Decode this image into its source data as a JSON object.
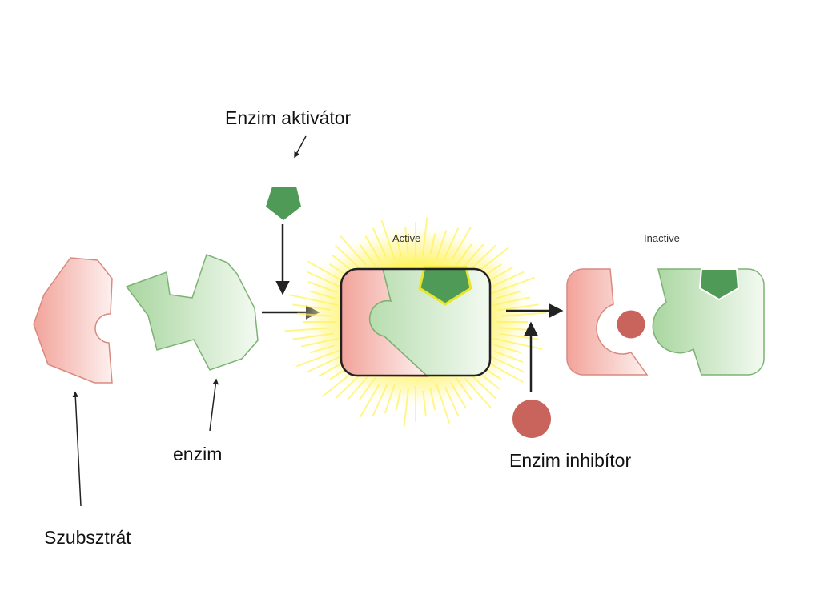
{
  "labels": {
    "activator": "Enzim aktivátor",
    "enzyme": "enzim",
    "substrate": "Szubsztrát",
    "inhibitor": "Enzim inhibítor",
    "active": "Active",
    "inactive": "Inactive"
  },
  "colors": {
    "substrate_fill": "#f2a39a",
    "substrate_stroke": "#d98a80",
    "enzyme_fill": "#a9d6a0",
    "enzyme_stroke": "#7cb374",
    "activator": "#4f9a57",
    "inhibitor": "#c9645d",
    "glow": "#fff35a",
    "arrow": "#222222"
  }
}
